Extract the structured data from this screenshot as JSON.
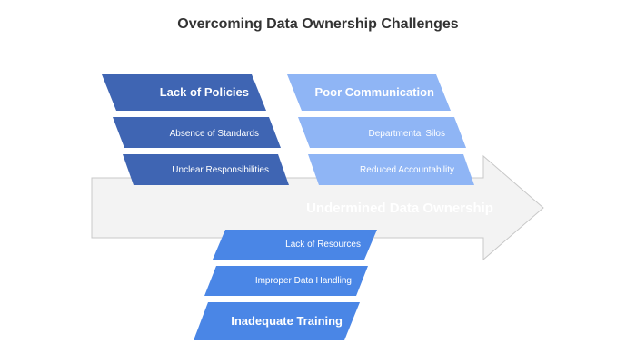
{
  "title": "Overcoming Data Ownership Challenges",
  "center": {
    "label": "Undermined Data Ownership"
  },
  "groups": {
    "policies": {
      "heading": "Lack of Policies",
      "items": [
        "Absence of Standards",
        "Unclear Responsibilities"
      ]
    },
    "communication": {
      "heading": "Poor Communication",
      "items": [
        "Departmental Silos",
        "Reduced Accountability"
      ]
    },
    "training": {
      "heading": "Inadequate Training",
      "items": [
        "Lack of Resources",
        "Improper Data Handling"
      ]
    }
  },
  "colors": {
    "dark_blue": "#3f65b3",
    "mid_blue": "#4f7fd6",
    "bright_blue": "#4a86e6",
    "light_blue": "#8fb5f5",
    "arrow_fill": "#f3f3f3",
    "arrow_stroke": "#c8c8c8"
  }
}
